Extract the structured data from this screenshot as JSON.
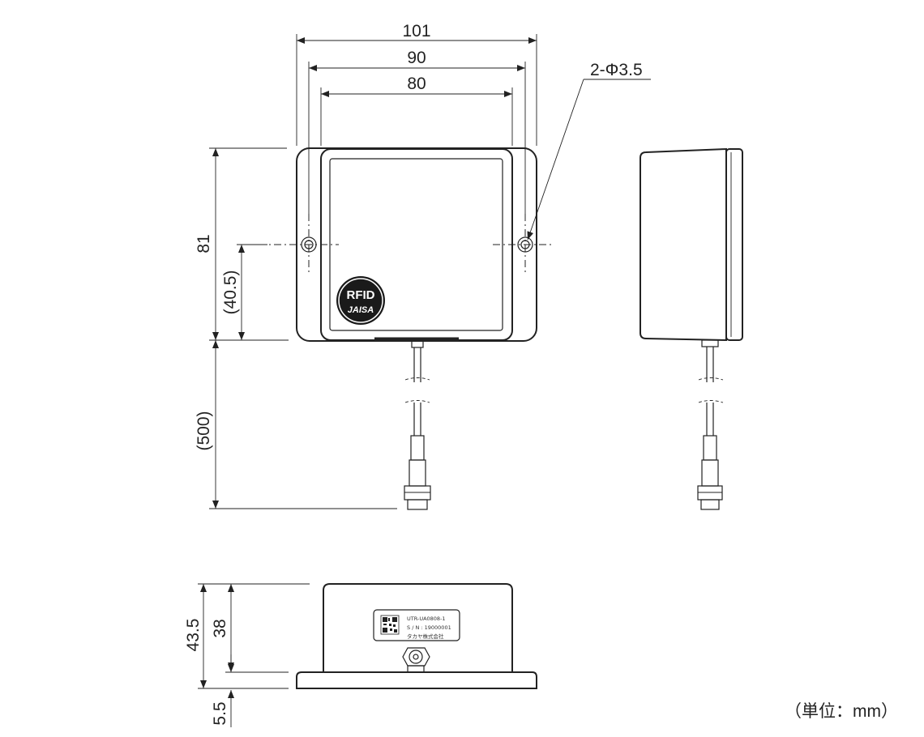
{
  "dimensions": {
    "width_outer": "101",
    "width_mid": "90",
    "width_inner": "80",
    "hole_callout": "2-Φ3.5",
    "height": "81",
    "hole_height": "(40.5)",
    "cable_length": "(500)",
    "side_total_height": "43.5",
    "side_body_height": "38",
    "side_flange_height": "5.5"
  },
  "logo": {
    "line1": "RFID",
    "line2": "JAISA"
  },
  "label_plate": {
    "model": "UTR-UA0808-1",
    "serial": "S / N : 19000001",
    "maker": "タカヤ株式会社"
  },
  "unit_note": "（単位：mm）",
  "colors": {
    "line": "#222222",
    "background": "#ffffff",
    "logo_fill": "#1a1a1a"
  }
}
